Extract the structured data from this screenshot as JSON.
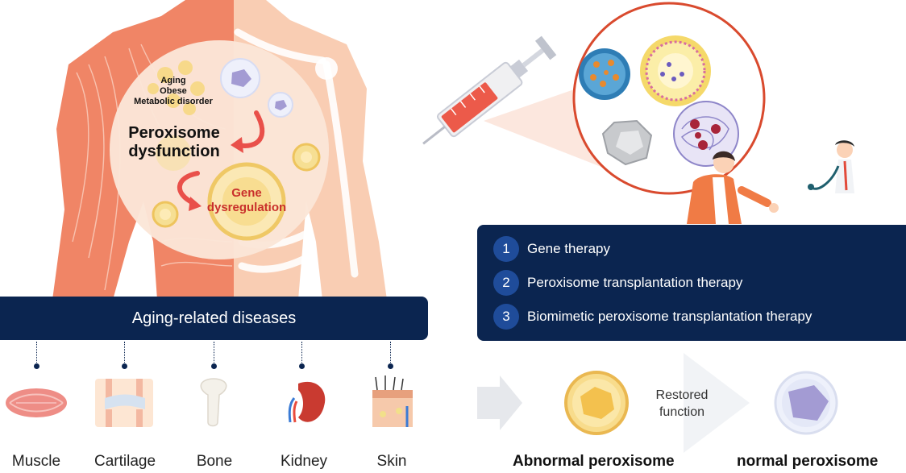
{
  "body_circle": {
    "risk_factors": [
      "Aging",
      "Obese",
      "Metabolic disorder"
    ],
    "dysfunction": [
      "Peroxisome",
      "dysfunction"
    ],
    "gene": [
      "Gene",
      "dysregulation"
    ]
  },
  "diseases_banner": "Aging-related diseases",
  "organs": [
    {
      "label": "Muscle",
      "icon": "muscle-icon"
    },
    {
      "label": "Cartilage",
      "icon": "cartilage-icon"
    },
    {
      "label": "Bone",
      "icon": "bone-icon"
    },
    {
      "label": "Kidney",
      "icon": "kidney-icon"
    },
    {
      "label": "Skin",
      "icon": "skin-icon"
    }
  ],
  "therapies": [
    {
      "num": "1",
      "label": "Gene therapy"
    },
    {
      "num": "2",
      "label": "Peroxisome transplantation therapy"
    },
    {
      "num": "3",
      "label": "Biomimetic peroxisome transplantation therapy"
    }
  ],
  "peroxisome": {
    "abnormal": "Abnormal peroxisome",
    "restored": [
      "Restored",
      "function"
    ],
    "normal": "normal peroxisome"
  },
  "colors": {
    "navy": "#0b2550",
    "muscle": "#f08566",
    "skin": "#f9cdb3",
    "red_arrow": "#e9504a",
    "yellow": "#f5c85a"
  }
}
